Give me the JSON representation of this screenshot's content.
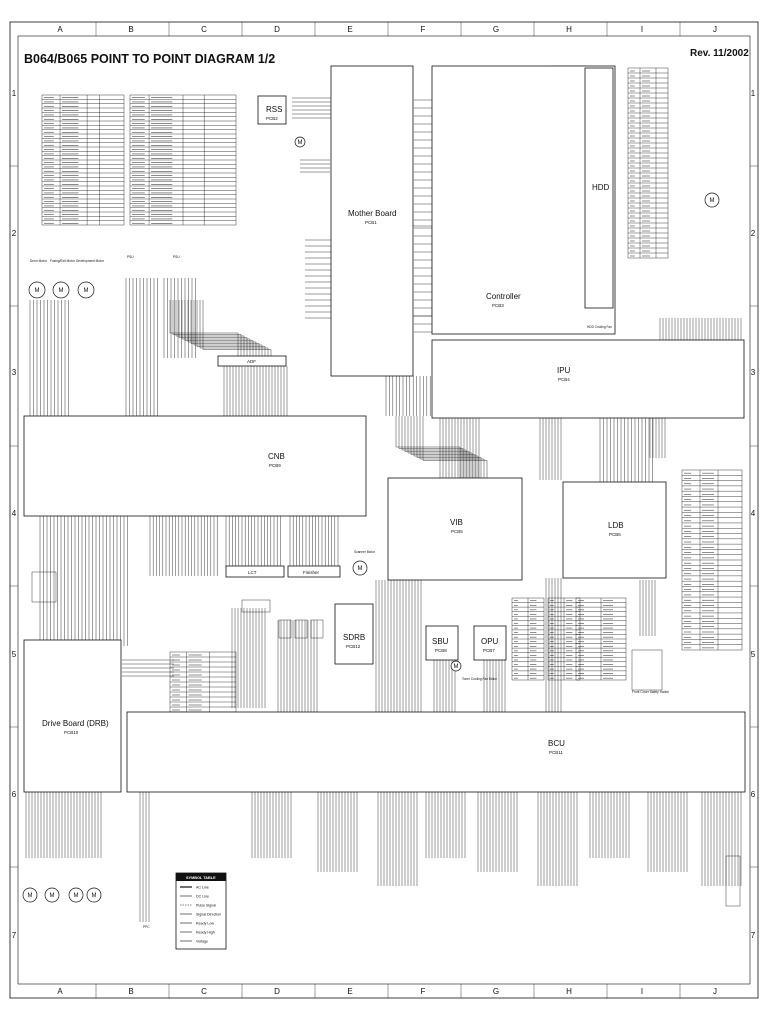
{
  "title": "B064/B065 POINT TO POINT DIAGRAM 1/2",
  "revision": "Rev. 11/2002",
  "columns": [
    "A",
    "B",
    "C",
    "D",
    "E",
    "F",
    "G",
    "H",
    "I",
    "J"
  ],
  "rows": [
    "1",
    "2",
    "3",
    "4",
    "5",
    "6",
    "7"
  ],
  "blocks": {
    "rss": {
      "name": "RSS",
      "pcb": "PCB2"
    },
    "mother_board": {
      "name": "Mother Board",
      "pcb": "PCB1"
    },
    "controller": {
      "name": "Controller",
      "pcb": "PCB3"
    },
    "hdd": {
      "name": "HDD"
    },
    "ipu": {
      "name": "IPU",
      "pcb": "PCB4"
    },
    "cnb": {
      "name": "CNB",
      "pcb": "PCB9"
    },
    "adf": {
      "name": "ADF"
    },
    "lct": {
      "name": "LCT"
    },
    "finisher": {
      "name": "Finisher"
    },
    "vib": {
      "name": "VIB",
      "pcb": "PCB5"
    },
    "ldb": {
      "name": "LDB",
      "pcb": "PCB6"
    },
    "sdrb": {
      "name": "SDRB",
      "pcb": "PCB12"
    },
    "sbu": {
      "name": "SBU",
      "pcb": "PCB8"
    },
    "opu": {
      "name": "OPU",
      "pcb": "PCB7"
    },
    "drive_board": {
      "name": "Drive Board (DRB)",
      "pcb": "PCB10"
    },
    "bcu": {
      "name": "BCU",
      "pcb": "PCB11"
    }
  },
  "labels": {
    "drum_motor": "Drum Motor",
    "fusing_exit_motor": "Fusing/Exit Motor",
    "development_motor": "Development Motor",
    "scanner_motor": "Scanner Motor",
    "hdd_cooling_fan": "HDD Cooling Fan",
    "psu": "PSU",
    "ppc": "PPC",
    "front_cover_safety_switch": "Front Cover Safety Switch",
    "toner_cooling_fan_motor": "Toner Cooling Fan Motor"
  },
  "symbol_table": {
    "title": "SYMBOL TABLE",
    "items": [
      "AC Line",
      "DC Line",
      "Pulse Signal",
      "Signal Direction",
      "Ready Low",
      "Ready High",
      "Voltage"
    ]
  }
}
